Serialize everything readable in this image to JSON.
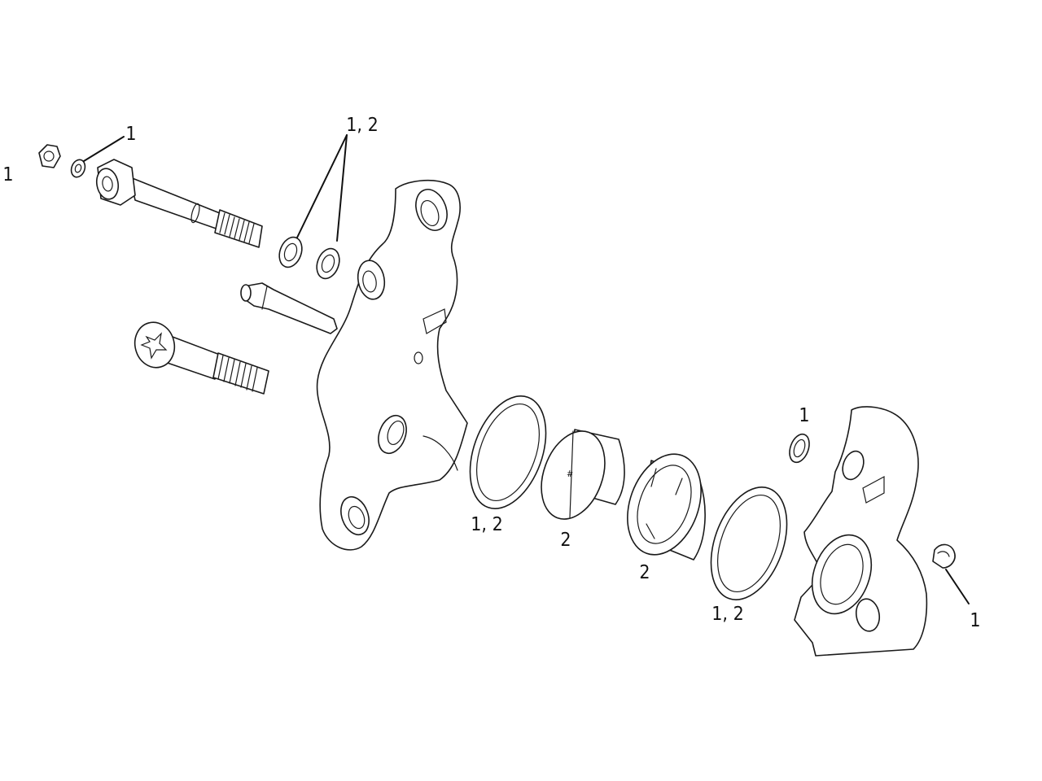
{
  "callouts": {
    "nut": "1",
    "washer": "1",
    "crush_washers": "1, 2",
    "piston_seal_left": "1, 2",
    "piston_outer": "2",
    "piston_inner": "2",
    "piston_seal_right": "1, 2",
    "bleed_washer": "1",
    "retaining_clip": "1"
  },
  "colors": {
    "line": "#1a1a1a",
    "background": "#ffffff"
  }
}
